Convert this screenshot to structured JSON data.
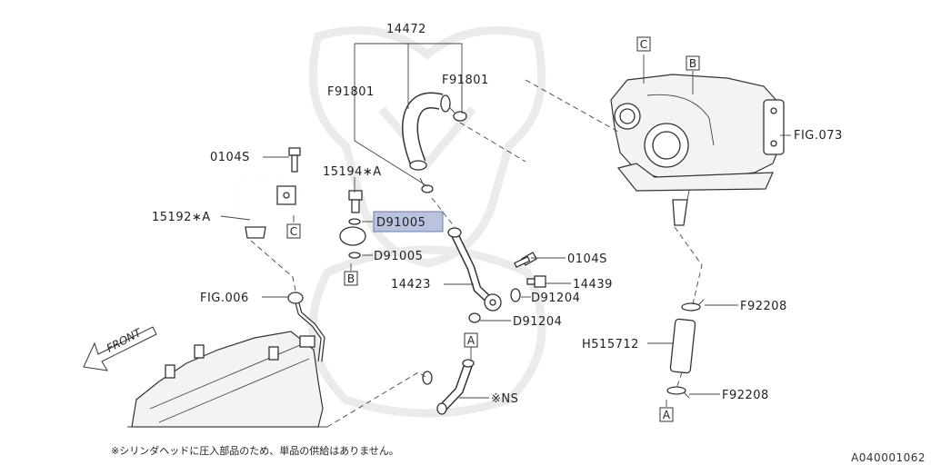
{
  "labels": {
    "hose_top": "14472",
    "clamp_left": "F91801",
    "clamp_right": "F91801",
    "bolt_left": "0104S",
    "bolt_pipe": "15194∗A",
    "washer_highlight": "D91005",
    "washer_lower": "D91005",
    "pipe_left": "15192∗A",
    "fig_turbo": "FIG.073",
    "fig_engine": "FIG.006",
    "bolt_right": "0104S",
    "plug": "14439",
    "pipe_mid": "14423",
    "gasket_a": "D91204",
    "gasket_b": "D91204",
    "clamp_upper": "F92208",
    "clamp_lower": "F92208",
    "hose_right": "H515712",
    "ns_part": "※NS",
    "front": "FRONT"
  },
  "boxes": {
    "c_top": "C",
    "b_top": "B",
    "c_mid": "C",
    "b_mid": "B",
    "a_mid": "A",
    "a_bottom": "A"
  },
  "note": "※シリンダヘッドに圧入部品のため、単品の供給はありません。",
  "doc_id": "A040001062",
  "colors": {
    "highlight": "#b9c3de",
    "line": "#333333"
  }
}
